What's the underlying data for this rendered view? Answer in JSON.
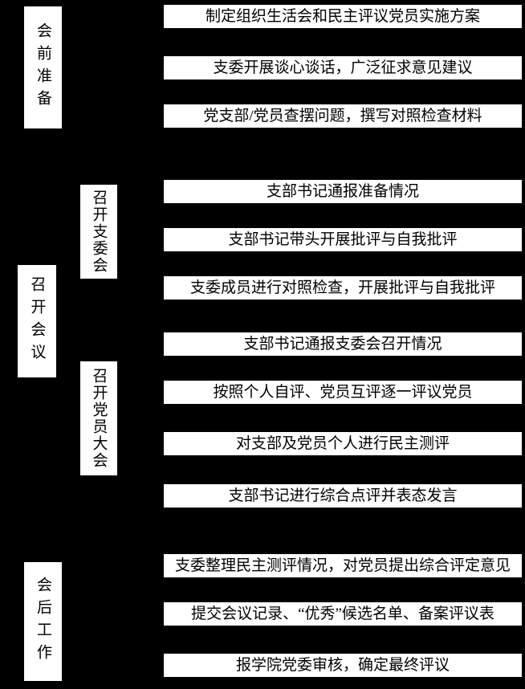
{
  "colors": {
    "background": "#000000",
    "box_fill": "#ffffff",
    "box_text": "#000000"
  },
  "stages": [
    {
      "label": "会前准备"
    },
    {
      "label": "召开会议"
    },
    {
      "label": "会后工作"
    }
  ],
  "substages": [
    {
      "label": "召开支委会"
    },
    {
      "label": "召开党员大会"
    }
  ],
  "steps": [
    {
      "text": "制定组织生活会和民主评议党员实施方案"
    },
    {
      "text": "支委开展谈心谈话，广泛征求意见建议"
    },
    {
      "text": "党支部/党员查摆问题，撰写对照检查材料"
    },
    {
      "text": "支部书记通报准备情况"
    },
    {
      "text": "支部书记带头开展批评与自我批评"
    },
    {
      "text": "支委成员进行对照检查，开展批评与自我批评"
    },
    {
      "text": "支部书记通报支委会召开情况"
    },
    {
      "text": "按照个人自评、党员互评逐一评议党员"
    },
    {
      "text": "对支部及党员个人进行民主测评"
    },
    {
      "text": "支部书记进行综合点评并表态发言"
    },
    {
      "text": "支委整理民主测评情况，对党员提出综合评定意见"
    },
    {
      "text": "提交会议记录、“优秀”候选名单、备案评议表"
    },
    {
      "text": "报学院党委审核，确定最终评议"
    }
  ]
}
